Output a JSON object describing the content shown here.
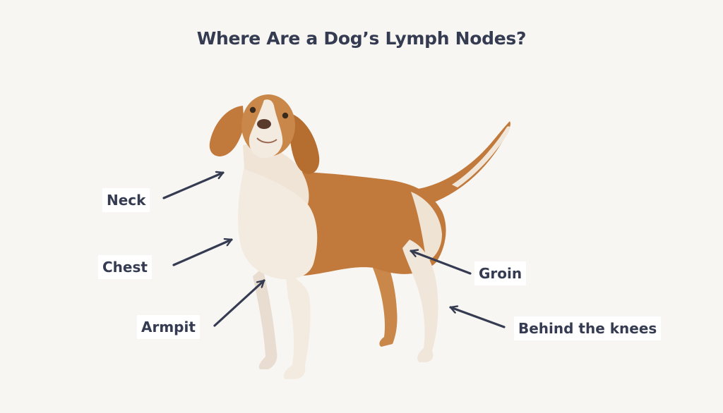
{
  "title": "Where Are a Dog’s Lymph Nodes?",
  "labels": {
    "neck": "Neck",
    "chest": "Chest",
    "armpit": "Armpit",
    "groin": "Groin",
    "behind_knees": "Behind the knees"
  },
  "colors": {
    "background": "#f8f6f2",
    "text": "#353c52",
    "arrow": "#353c52",
    "label_background": "#ffffff",
    "coat_tan": "#c27a3c",
    "coat_white": "#f4ebe0"
  }
}
